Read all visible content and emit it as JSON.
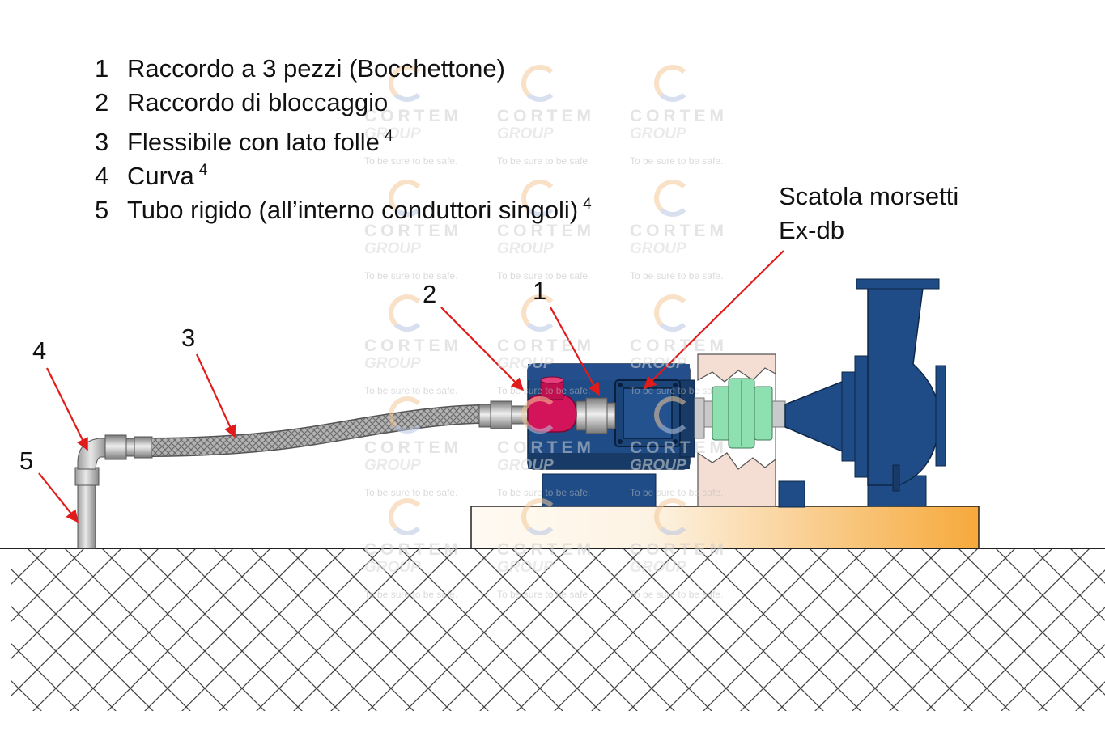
{
  "legend": [
    {
      "num": "1",
      "text": "Raccordo a 3 pezzi (Bocchettone)",
      "sup": ""
    },
    {
      "num": "2",
      "text": "Raccordo di bloccaggio",
      "sup": ""
    },
    {
      "num": "3",
      "text": "Flessibile con lato folle",
      "sup": "4"
    },
    {
      "num": "4",
      "text": "Curva",
      "sup": "4"
    },
    {
      "num": "5",
      "text": "Tubo rigido (all’interno conduttori singoli)",
      "sup": "4"
    }
  ],
  "junction_box": {
    "line1": "Scatola morsetti",
    "line2": "Ex-db"
  },
  "callouts": {
    "c1": "1",
    "c2": "2",
    "c3": "3",
    "c4": "4",
    "c5": "5"
  },
  "watermark": {
    "brand": "CORTEM",
    "group": "GROUP",
    "tagline": "To be sure to be safe."
  },
  "colors": {
    "motor": "#1f4c86",
    "motor_dark": "#173a66",
    "union_red": "#d4145a",
    "coupling": "#8fe0b0",
    "guard": "#f4ddd2",
    "base_light": "#fdf6ea",
    "base_dark": "#f6a93b",
    "hose": "#9a9a9a",
    "arrow": "#e01b1b",
    "ground_hatch": "#444444"
  }
}
